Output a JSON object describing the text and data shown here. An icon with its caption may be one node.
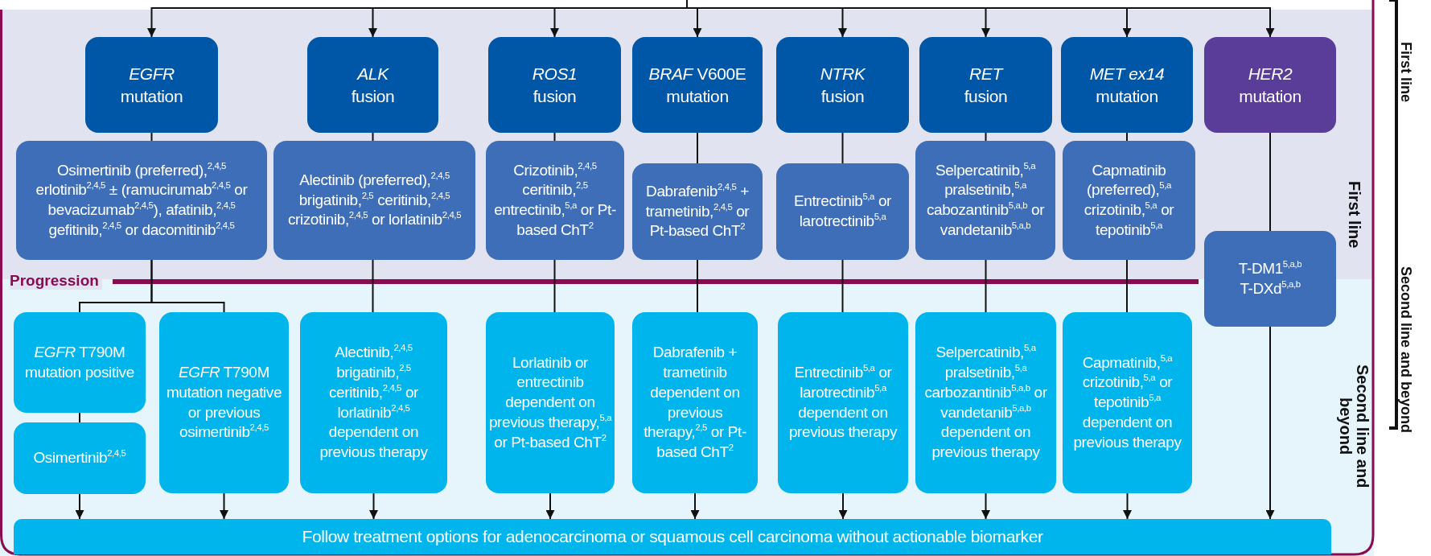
{
  "diagram": {
    "nodes": [
      {
        "text": [
          "First line"
        ]
      },
      {
        "text": [
          "Second line and beyond"
        ]
      },
      {
        "text": [
          "*EGFR* mutation"
        ],
        "in": 0
      },
      {
        "text": [
          "*ALK* fusion"
        ],
        "in": 0
      },
      {
        "text": [
          "*ROS1* fusion"
        ],
        "in": 0
      },
      {
        "text": [
          "*BRAF* V600E mutation"
        ],
        "in": 0
      },
      {
        "text": [
          "*NTRK* fusion"
        ],
        "in": 0
      },
      {
        "text": [
          "*RET* fusion"
        ],
        "in": 0
      },
      {
        "text": [
          "*MET ex14* mutation"
        ],
        "in": 0
      },
      {
        "text": [
          "*HER2* mutation"
        ],
        "in": 0
      },
      {
        "text": [
          "Osimertinib (preferred),$^{2,4,5}$ erlotinib$^{2,4,5}$ ± (ramucirumab$^{2,4,5}$ or bevacizumab$^{2,4,5}$), afatinib,$^{2,4,5}$ gefitinib,$^{2,4,5}$ or dacomitinib$^{2,4,5}$"
        ],
        "in": 0
      },
      {
        "text": [
          "Alectinib (preferred),$^{2,4,5}$ brigatinib,$^{2,5}$ ceritinib,$^{2,4,5}$ crizotinib,$^{2,4,5}$ or lorlatinib$^{2,4,5}$"
        ],
        "in": 0
      },
      {
        "text": [
          "Crizotinib,$^{2,4,5}$ ceritinib,$^{2,5}$ entrectinib,$^{5,a}$ or Pt-based ChT$^{2}$"
        ],
        "in": 0
      },
      {
        "text": [
          "Dabrafenib$^{2,4,5}$ + trametinib,$^{2,4,5}$ or Pt-based ChT$^{2}$"
        ],
        "in": 0
      },
      {
        "text": [
          "Entrectinib$^{5,a}$ or larotrectinib$^{5,a}$"
        ],
        "in": 0
      },
      {
        "text": [
          "Selpercatinib,$^{5,a}$ pralsetinib,$^{5,a}$ cabozantinib$^{5,a,b}$ or vandetanib$^{5,a,b}$"
        ],
        "in": 0
      },
      {
        "text": [
          "Capmatinib (preferred),$^{5,a}$ crizotinib,$^{5,a}$ or tepotinib$^{5,a}$"
        ],
        "in": 0
      },
      {
        "text": [
          "T-DM1$^{5,a,b}$ T-DXd$^{5,a,b}$"
        ]
      },
      {
        "text": [
          "*EGFR* T790M mutation positive"
        ],
        "in": 1
      },
      {
        "text": [
          "Osimertinib$^{2,4,5}$"
        ],
        "in": 1
      },
      {
        "text": [
          "*EGFR* T790M mutation negative or previous osimertinib$^{2,4,5}$"
        ],
        "in": 1
      },
      {
        "text": [
          "Alectinib,$^{2,4,5}$ brigatinib,$^{2,5}$ ceritinib,$^{2,4,5}$ or lorlatinib$^{2,4,5}$ dependent on previous therapy"
        ],
        "in": 1
      },
      {
        "text": [
          "Lorlatinib or entrectinib dependent on previous therapy,$^{5,a}$ or Pt-based ChT$^{2}$"
        ],
        "in": 1
      },
      {
        "text": [
          "Dabrafenib + trametinib dependent on previous therapy,$^{2,5}$ or Pt-based ChT$^{2}$"
        ],
        "in": 1
      },
      {
        "text": [
          "Entrectinib$^{5,a}$ or larotrectinib$^{5,a}$ dependent on previous therapy"
        ],
        "in": 1
      },
      {
        "text": [
          "Selpercatinib,$^{5,a}$ pralsetinib,$^{5,a}$ carbozantinib$^{5,a,b}$ or vandetanib$^{5,a,b}$ dependent on previous therapy"
        ],
        "in": 1
      },
      {
        "text": [
          "Capmatinib,$^{5,a}$ crizotinib,$^{5,a}$ or tepotinib$^{5,a}$ dependent on previous therapy"
        ],
        "in": 1
      },
      {
        "text": [
          "Follow treatment options for adenocarcinoma or squamous cell carcinoma without actionable biomarker"
        ],
        "in": 1
      }
    ],
    "edges": [
      {
        "from": null,
        "to": 2,
        "arrow": "to"
      },
      {
        "from": null,
        "to": 3,
        "arrow": "to"
      },
      {
        "from": null,
        "to": 4,
        "arrow": "to"
      },
      {
        "from": null,
        "to": 5,
        "arrow": "to"
      },
      {
        "from": null,
        "to": 6,
        "arrow": "to"
      },
      {
        "from": null,
        "to": 7,
        "arrow": "to"
      },
      {
        "from": null,
        "to": 8,
        "arrow": "to"
      },
      {
        "from": null,
        "to": 9,
        "arrow": "to"
      },
      {
        "from": 2,
        "to": 10,
        "arrow": "none"
      },
      {
        "from": 3,
        "to": 11,
        "arrow": "none"
      },
      {
        "from": 4,
        "to": 12,
        "arrow": "none"
      },
      {
        "from": 5,
        "to": 13,
        "arrow": "none"
      },
      {
        "from": 6,
        "to": 14,
        "arrow": "none"
      },
      {
        "from": 7,
        "to": 15,
        "arrow": "none"
      },
      {
        "from": 8,
        "to": 16,
        "arrow": "none"
      },
      {
        "from": 9,
        "to": 17,
        "arrow": "none"
      },
      {
        "from": 10,
        "to": 18,
        "arrow": "none"
      },
      {
        "from": 10,
        "to": 20,
        "arrow": "none"
      },
      {
        "from": 18,
        "to": 19,
        "arrow": "none"
      },
      {
        "from": 11,
        "to": 21,
        "arrow": "none"
      },
      {
        "from": 12,
        "to": 22,
        "arrow": "none"
      },
      {
        "from": 13,
        "to": 23,
        "arrow": "none"
      },
      {
        "from": 14,
        "to": 24,
        "arrow": "none"
      },
      {
        "from": 15,
        "to": 25,
        "arrow": "none"
      },
      {
        "from": 16,
        "to": 26,
        "arrow": "none"
      },
      {
        "from": 19,
        "to": 27,
        "arrow": "to"
      },
      {
        "from": 20,
        "to": 27,
        "arrow": "to"
      },
      {
        "from": 21,
        "to": 27,
        "arrow": "to"
      },
      {
        "from": 22,
        "to": 27,
        "arrow": "to"
      },
      {
        "from": 23,
        "to": 27,
        "arrow": "to"
      },
      {
        "from": 24,
        "to": 27,
        "arrow": "to"
      },
      {
        "from": 25,
        "to": 27,
        "arrow": "to"
      },
      {
        "from": 26,
        "to": 27,
        "arrow": "to"
      },
      {
        "from": 17,
        "to": 27,
        "arrow": "to"
      }
    ],
    "labels": [
      "Progression",
      "First line",
      "Second line and beyond"
    ]
  }
}
